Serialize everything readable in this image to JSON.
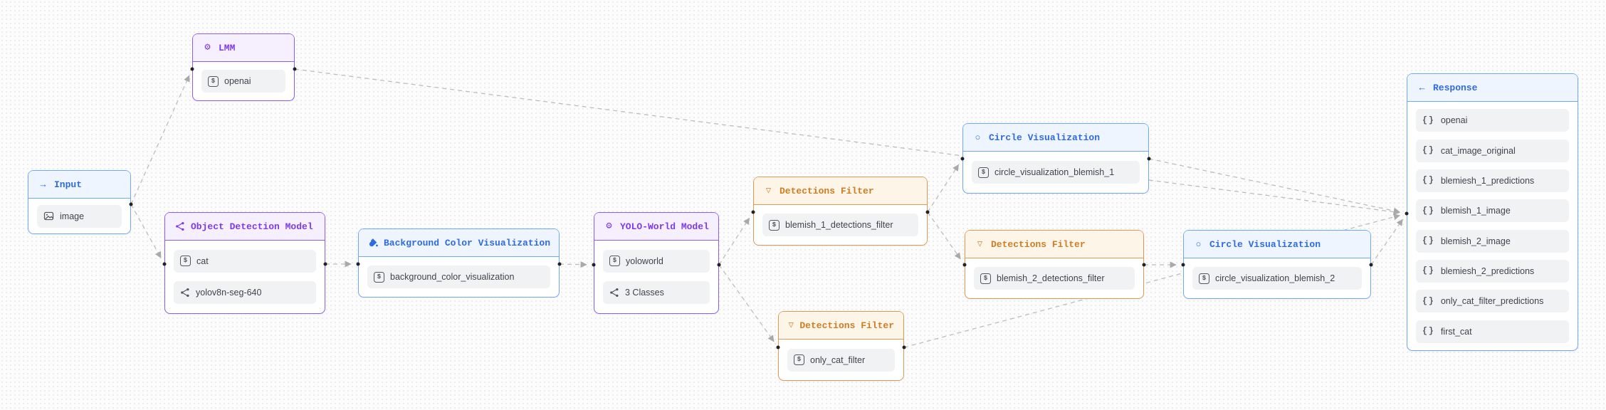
{
  "canvas": {
    "background": "#fcfcfd",
    "edge_color": "#bdbdbd",
    "arrow_color": "#a9a9a9",
    "port_color": "#222222",
    "item_bg": "#f1f2f4",
    "item_text": "#3f434b",
    "item_icon": "#51565f"
  },
  "palette": {
    "purple": {
      "border": "#8b5cf6",
      "header_bg": "#f6f0fe",
      "text": "#7c3aed"
    },
    "blue": {
      "border": "#6ea8f8",
      "header_bg": "#eef5fe",
      "text": "#2f6be0"
    },
    "orange": {
      "border": "#de9a50",
      "header_bg": "#fdf6e8",
      "text": "#cf7c22"
    }
  },
  "nodes": [
    {
      "id": "lmm",
      "title": "LMM",
      "color": "purple",
      "icon": "gear-icon",
      "items": [
        {
          "label": "openai",
          "icon": "dollar-icon"
        }
      ]
    },
    {
      "id": "input",
      "title": "Input",
      "color": "blue",
      "icon": "arrow-right-icon",
      "items": [
        {
          "label": "image",
          "icon": "image-icon"
        }
      ]
    },
    {
      "id": "odm",
      "title": "Object Detection Model",
      "color": "purple",
      "icon": "molecule-icon",
      "items": [
        {
          "label": "cat",
          "icon": "dollar-icon"
        },
        {
          "label": "yolov8n-seg-640",
          "icon": "molecule-icon"
        }
      ]
    },
    {
      "id": "bcv",
      "title": "Background Color Visualization",
      "color": "blue",
      "icon": "paint-bucket-icon",
      "items": [
        {
          "label": "background_color_visualization",
          "icon": "dollar-icon"
        }
      ]
    },
    {
      "id": "yolo",
      "title": "YOLO-World Model",
      "color": "purple",
      "icon": "gear-icon",
      "items": [
        {
          "label": "yoloworld",
          "icon": "dollar-icon"
        },
        {
          "label": "3 Classes",
          "icon": "molecule-icon"
        }
      ]
    },
    {
      "id": "df1",
      "title": "Detections Filter",
      "color": "orange",
      "icon": "funnel-icon",
      "items": [
        {
          "label": "blemish_1_detections_filter",
          "icon": "dollar-icon"
        }
      ]
    },
    {
      "id": "cv1",
      "title": "Circle Visualization",
      "color": "blue",
      "icon": "circle-icon",
      "items": [
        {
          "label": "circle_visualization_blemish_1",
          "icon": "dollar-icon"
        }
      ]
    },
    {
      "id": "df2",
      "title": "Detections Filter",
      "color": "orange",
      "icon": "funnel-icon",
      "items": [
        {
          "label": "blemish_2_detections_filter",
          "icon": "dollar-icon"
        }
      ]
    },
    {
      "id": "cv2",
      "title": "Circle Visualization",
      "color": "blue",
      "icon": "circle-icon",
      "items": [
        {
          "label": "circle_visualization_blemish_2",
          "icon": "dollar-icon"
        }
      ]
    },
    {
      "id": "df3",
      "title": "Detections Filter",
      "color": "orange",
      "icon": "funnel-icon",
      "items": [
        {
          "label": "only_cat_filter",
          "icon": "dollar-icon"
        }
      ]
    },
    {
      "id": "response",
      "title": "Response",
      "color": "blue",
      "icon": "arrow-left-icon",
      "items": [
        {
          "label": "openai",
          "icon": "braces-icon"
        },
        {
          "label": "cat_image_original",
          "icon": "braces-icon"
        },
        {
          "label": "blemiesh_1_predictions",
          "icon": "braces-icon"
        },
        {
          "label": "blemish_1_image",
          "icon": "braces-icon"
        },
        {
          "label": "blemish_2_image",
          "icon": "braces-icon"
        },
        {
          "label": "blemiesh_2_predictions",
          "icon": "braces-icon"
        },
        {
          "label": "only_cat_filter_predictions",
          "icon": "braces-icon"
        },
        {
          "label": "first_cat",
          "icon": "braces-icon"
        }
      ]
    }
  ],
  "edges": [
    {
      "from": "input",
      "to": "lmm"
    },
    {
      "from": "lmm",
      "to": "response"
    },
    {
      "from": "input",
      "to": "odm"
    },
    {
      "from": "odm",
      "to": "bcv"
    },
    {
      "from": "bcv",
      "to": "yolo"
    },
    {
      "from": "yolo",
      "to": "df1"
    },
    {
      "from": "yolo",
      "to": "df3"
    },
    {
      "from": "df1",
      "to": "cv1"
    },
    {
      "from": "df1",
      "to": "df2"
    },
    {
      "from": "df2",
      "to": "cv2"
    },
    {
      "from": "cv1",
      "to": "response"
    },
    {
      "from": "cv2",
      "to": "response"
    },
    {
      "from": "df3",
      "to": "response"
    }
  ]
}
